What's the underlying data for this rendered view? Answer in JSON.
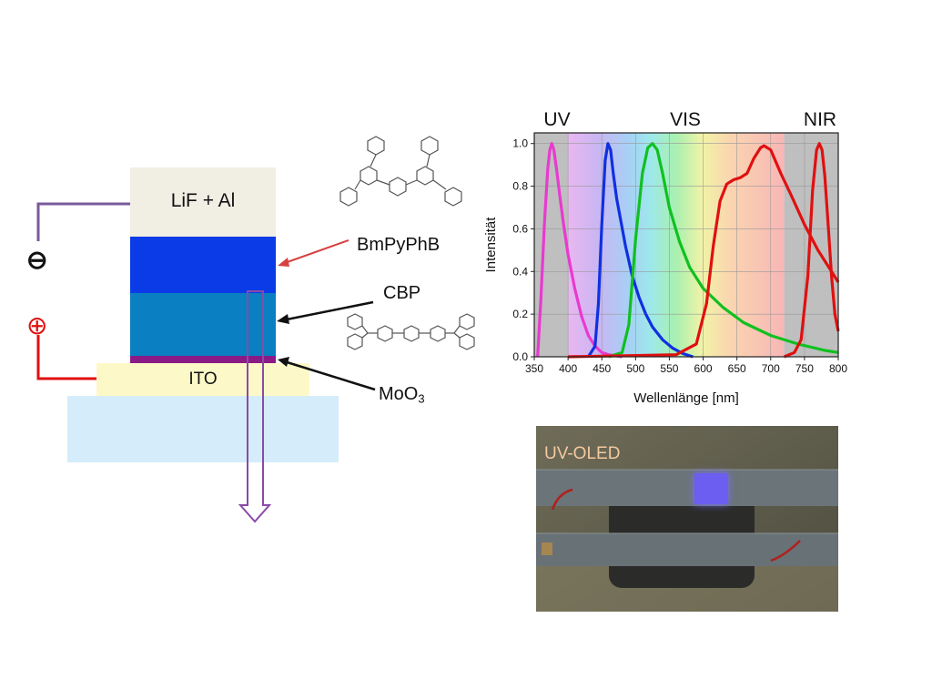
{
  "device": {
    "layers": {
      "cathode": "LiF + Al",
      "etl": "BmPyPhB",
      "eml": "CBP",
      "hil_base": "MoO",
      "hil_sub": "3",
      "anode": "ITO"
    },
    "terminals": {
      "negative": "⊖",
      "positive": "⊕"
    },
    "colors": {
      "cathode": "#f1efe4",
      "etl": "#0b3be6",
      "eml": "#0a7fc2",
      "hil": "#8a1a86",
      "anode": "#fdf8c8",
      "substrate": "#d5ecfa",
      "negative_wire": "#7a5a9a",
      "positive_wire": "#e01010",
      "emission_arrow": "#8a4aa8"
    }
  },
  "chart_data": {
    "type": "line",
    "xlabel": "Wellenlänge [nm]",
    "ylabel": "Intensität",
    "xlim": [
      350,
      800
    ],
    "ylim": [
      0,
      1.05
    ],
    "x_ticks": [
      350,
      400,
      450,
      500,
      550,
      600,
      650,
      700,
      750,
      800
    ],
    "y_ticks": [
      0.0,
      0.2,
      0.4,
      0.6,
      0.8,
      1.0
    ],
    "x_tick_labels": [
      "350",
      "400",
      "450",
      "500",
      "550",
      "600",
      "650",
      "700",
      "750",
      "800"
    ],
    "y_tick_labels": [
      "0.0",
      "0.2",
      "0.4",
      "0.6",
      "0.8",
      "1.0"
    ],
    "grid": true,
    "regions": [
      {
        "label": "UV",
        "range": [
          350,
          400
        ]
      },
      {
        "label": "VIS",
        "range": [
          400,
          720
        ]
      },
      {
        "label": "NIR",
        "range": [
          720,
          800
        ]
      }
    ],
    "series": [
      {
        "color": "#e83ad0",
        "x": [
          355,
          360,
          365,
          370,
          373,
          376,
          379,
          383,
          388,
          393,
          400,
          410,
          420,
          430,
          440,
          450,
          460,
          470,
          480
        ],
        "y": [
          0.0,
          0.28,
          0.62,
          0.88,
          0.97,
          1.0,
          0.97,
          0.88,
          0.75,
          0.63,
          0.48,
          0.32,
          0.19,
          0.1,
          0.05,
          0.02,
          0.01,
          0.005,
          0.0
        ]
      },
      {
        "color": "#1030e0",
        "x": [
          430,
          440,
          445,
          450,
          455,
          459,
          463,
          467,
          472,
          478,
          485,
          495,
          505,
          515,
          525,
          540,
          555,
          570,
          585
        ],
        "y": [
          0.0,
          0.05,
          0.25,
          0.62,
          0.92,
          1.0,
          0.97,
          0.86,
          0.74,
          0.64,
          0.52,
          0.38,
          0.28,
          0.2,
          0.14,
          0.08,
          0.04,
          0.015,
          0.0
        ]
      },
      {
        "color": "#10c020",
        "x": [
          460,
          480,
          490,
          500,
          510,
          518,
          525,
          532,
          540,
          550,
          565,
          580,
          600,
          630,
          660,
          700,
          740,
          780,
          800
        ],
        "y": [
          0.0,
          0.02,
          0.15,
          0.55,
          0.86,
          0.98,
          1.0,
          0.97,
          0.86,
          0.7,
          0.54,
          0.42,
          0.32,
          0.23,
          0.16,
          0.1,
          0.06,
          0.03,
          0.02
        ]
      },
      {
        "color": "#e01010",
        "x": [
          400,
          560,
          590,
          605,
          615,
          625,
          635,
          645,
          655,
          665,
          675,
          685,
          690,
          700,
          715,
          730,
          750,
          770,
          790,
          800
        ],
        "y": [
          0.0,
          0.01,
          0.06,
          0.25,
          0.52,
          0.73,
          0.81,
          0.83,
          0.84,
          0.86,
          0.93,
          0.98,
          0.99,
          0.97,
          0.86,
          0.76,
          0.62,
          0.5,
          0.4,
          0.35
        ]
      },
      {
        "color": "#e01010",
        "x": [
          720,
          735,
          745,
          755,
          762,
          768,
          772,
          776,
          780,
          785,
          790,
          795,
          800
        ],
        "y": [
          0.0,
          0.02,
          0.08,
          0.38,
          0.78,
          0.97,
          1.0,
          0.97,
          0.85,
          0.62,
          0.38,
          0.2,
          0.12
        ]
      }
    ]
  },
  "photo": {
    "label": "UV-OLED",
    "emission_color": "#6b5ef0"
  }
}
